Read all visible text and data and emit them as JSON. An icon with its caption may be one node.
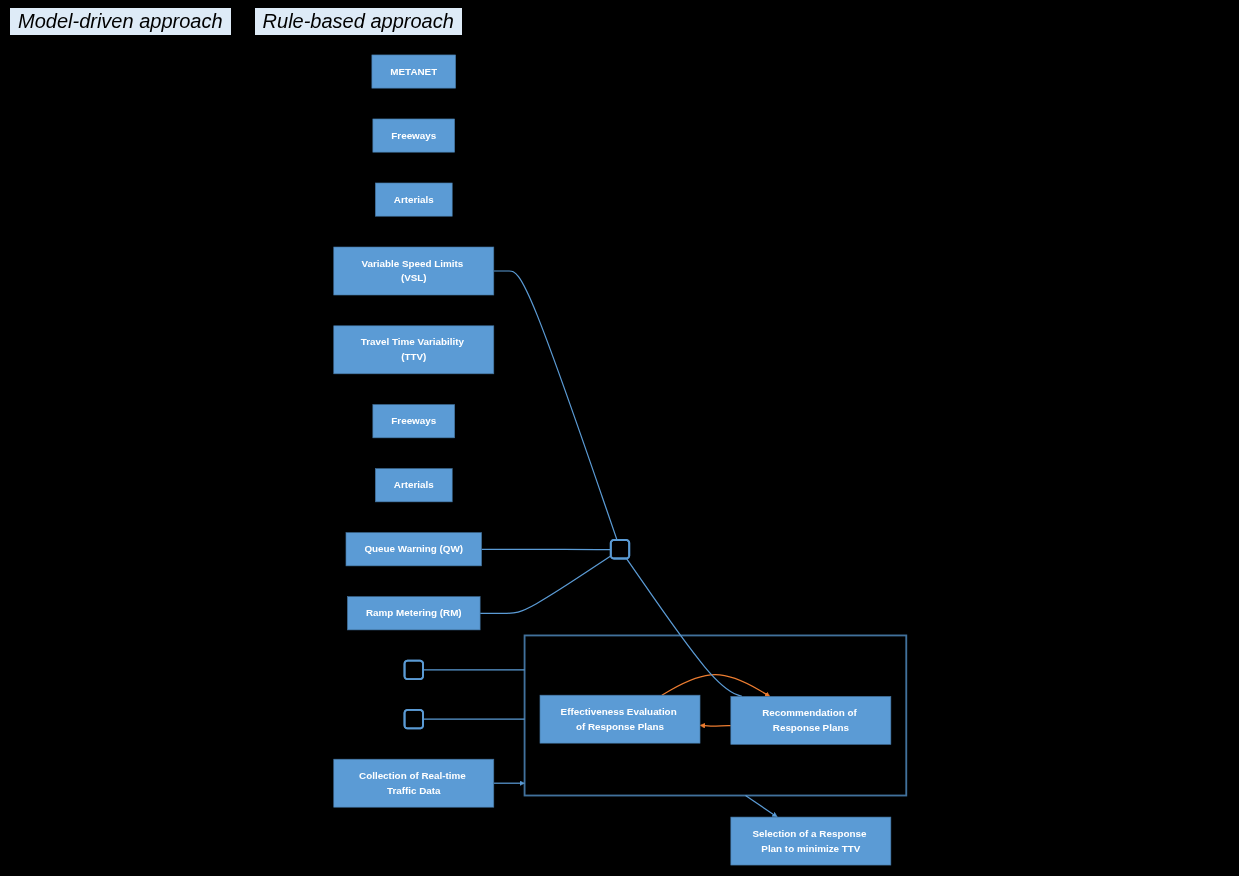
{
  "diagram": {
    "nodes": [
      {
        "text": [
          "METANET"
        ]
      },
      {
        "text": [
          "Freeways"
        ]
      },
      {
        "text": [
          "Arterials"
        ]
      },
      {
        "text": [],
        "shape": "box"
      },
      {
        "text": [
          "Travel Time Variability (TTV)"
        ]
      },
      {
        "text": [
          "Freeways"
        ]
      },
      {
        "text": [
          "Arterials"
        ]
      },
      {
        "text": [],
        "shape": "box"
      },
      {
        "text": [
          "Collection of Real-time Traffic Data"
        ]
      },
      {
        "text": [],
        "shape": "box"
      },
      {
        "text": [
          "Effectiveness Evaluation of Response Plans"
        ],
        "in": 9
      },
      {
        "text": [
          "Recommendation of Response Plans"
        ],
        "in": 9
      },
      {
        "text": [
          "Selection of a Response Plan to minimize TTV"
        ]
      },
      {
        "text": [],
        "shape": "box"
      },
      {
        "text": [
          "Variable Speed Limits (VSL)"
        ]
      },
      {
        "text": [
          "Queue Warning (QW)"
        ]
      },
      {
        "text": [
          "Ramp Metering (RM)"
        ]
      }
    ],
    "edges": [
      {
        "from": 3,
        "to": 9,
        "arrow": "none"
      },
      {
        "from": 7,
        "to": 9,
        "arrow": "none"
      },
      {
        "from": 8,
        "to": 9,
        "arrow": "to"
      },
      {
        "from": 10,
        "to": 11,
        "arrow": "to",
        "color": "#ed7d31"
      },
      {
        "from": 11,
        "to": 10,
        "arrow": "to",
        "color": "#ed7d31"
      },
      {
        "from": 9,
        "to": 12,
        "arrow": "to"
      },
      {
        "from": 13,
        "to": 11,
        "arrow": "none"
      },
      {
        "from": 14,
        "to": 13,
        "arrow": "none"
      },
      {
        "from": 15,
        "to": 13,
        "arrow": "none"
      },
      {
        "from": 16,
        "to": 13,
        "arrow": "none"
      }
    ],
    "labels": [
      "Model-driven approach",
      "Rule-based approach"
    ]
  }
}
